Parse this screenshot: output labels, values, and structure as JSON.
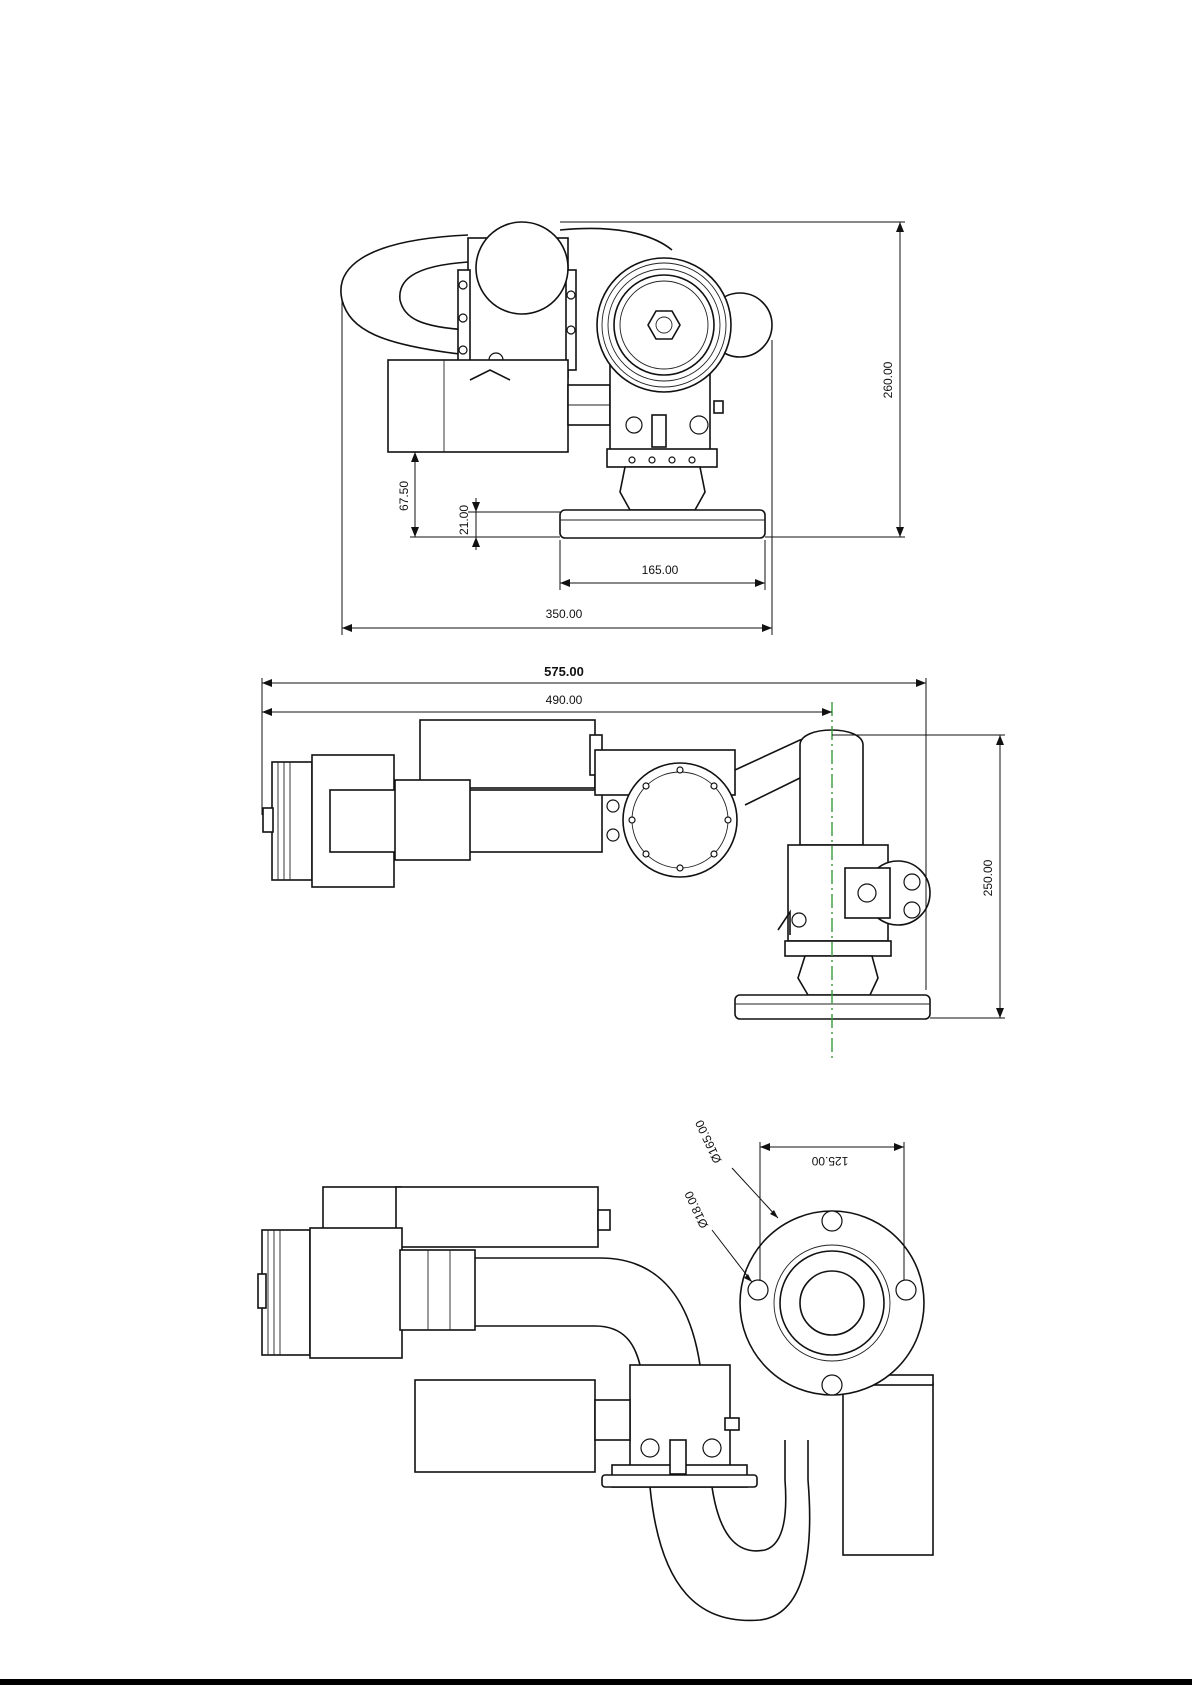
{
  "views": {
    "top": {
      "dims": {
        "height": "260.00",
        "offset_low": "67.50",
        "flange_thk": "21.00",
        "flange_w": "165.00",
        "overall_w": "350.00"
      }
    },
    "side": {
      "dims": {
        "overall": "575.00",
        "to_axis": "490.00",
        "height": "250.00"
      }
    },
    "bottom": {
      "dims": {
        "bolt_circle": "125.00",
        "flange_dia": "Ø165.00",
        "hole_dia": "Ø18.00"
      }
    }
  },
  "colors": {
    "line": "#111111",
    "centerline": "#3a9a3a",
    "background": "#ffffff"
  }
}
